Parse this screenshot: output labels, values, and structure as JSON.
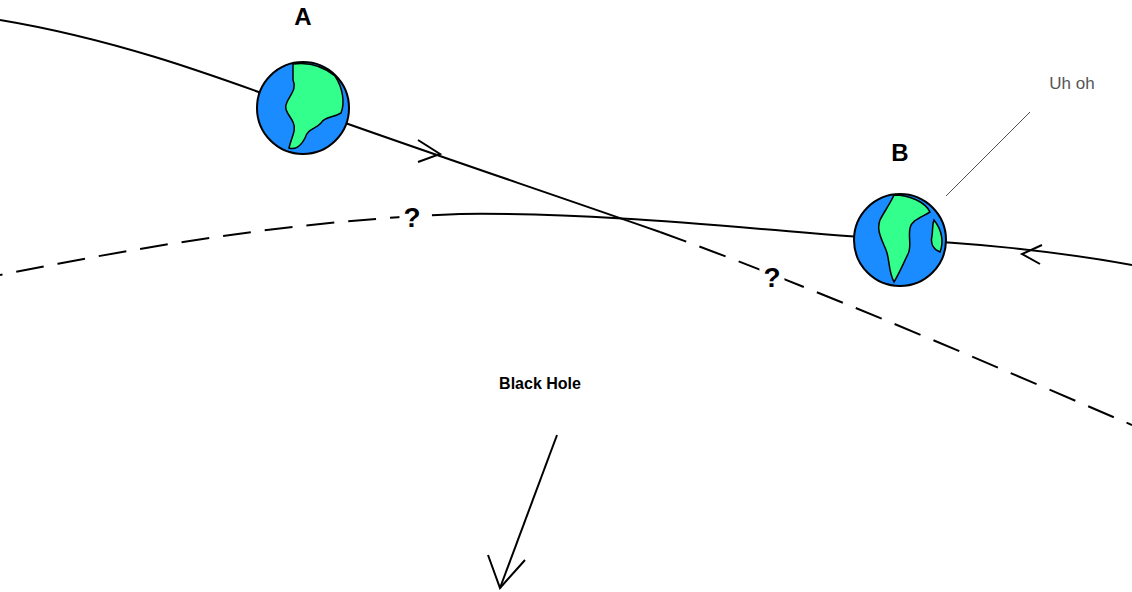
{
  "diagram": {
    "nodes": [
      {
        "text": [
          "A"
        ]
      },
      {
        "text": [
          "B"
        ]
      }
    ],
    "labels": [
      "Uh oh",
      "?",
      "?",
      "Black Hole"
    ]
  }
}
